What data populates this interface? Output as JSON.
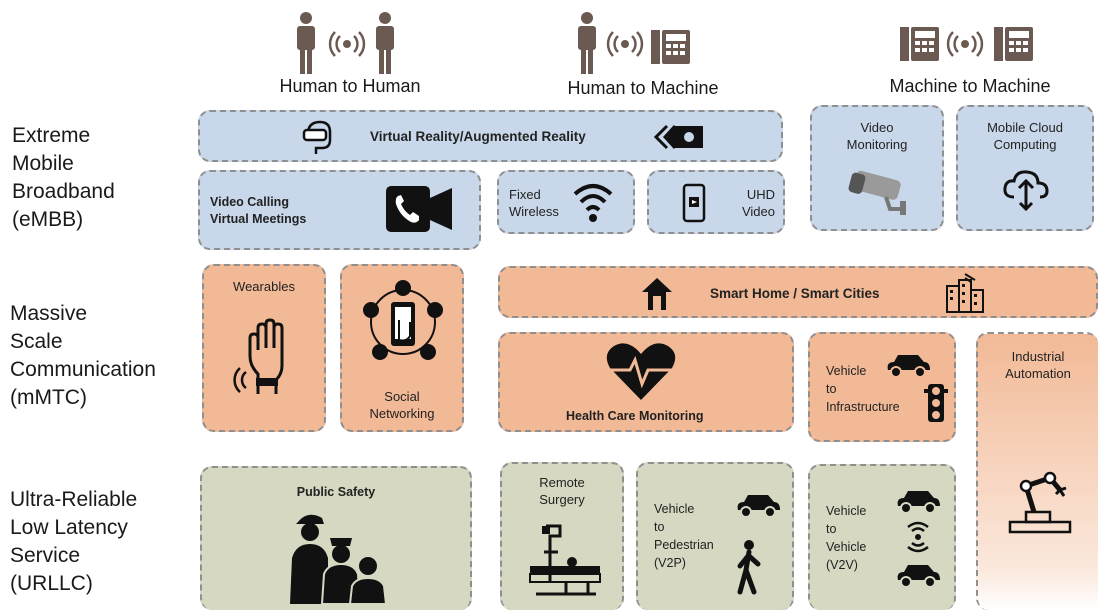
{
  "categories": {
    "h2h": "Human to Human",
    "h2m": "Human to Machine",
    "m2m": "Machine to Machine"
  },
  "rows": {
    "embb": "Extreme\nMobile\nBroadband\n(eMBB)",
    "mmtc": "Massive\nScale\nCommunication\n(mMTC)",
    "urllc": "Ultra-Reliable\nLow Latency\nService\n(URLLC)"
  },
  "boxes": {
    "vr": "Virtual Reality/Augmented Reality",
    "video_monitoring": "Video\nMonitoring",
    "mobile_cloud": "Mobile Cloud\nComputing",
    "video_calling": "Video Calling\nVirtual Meetings",
    "fixed_wireless": "Fixed\nWireless",
    "uhd_video": "UHD\nVideo",
    "wearables": "Wearables",
    "social": "Social\nNetworking",
    "smart_home": "Smart Home / Smart Cities",
    "health": "Health Care Monitoring",
    "v2i": "Vehicle\nto\nInfrastructure",
    "industrial": "Industrial\nAutomation",
    "public_safety": "Public Safety",
    "remote_surgery": "Remote\nSurgery",
    "v2p": "Vehicle\nto\nPedestrian\n(V2P)",
    "v2v": "Vehicle\nto\nVehicle\n(V2V)"
  },
  "colors": {
    "embb": "#c8d8ea",
    "mmtc": "#f2b996",
    "urllc": "#d6d8c2",
    "icon": "#6b5a52"
  }
}
